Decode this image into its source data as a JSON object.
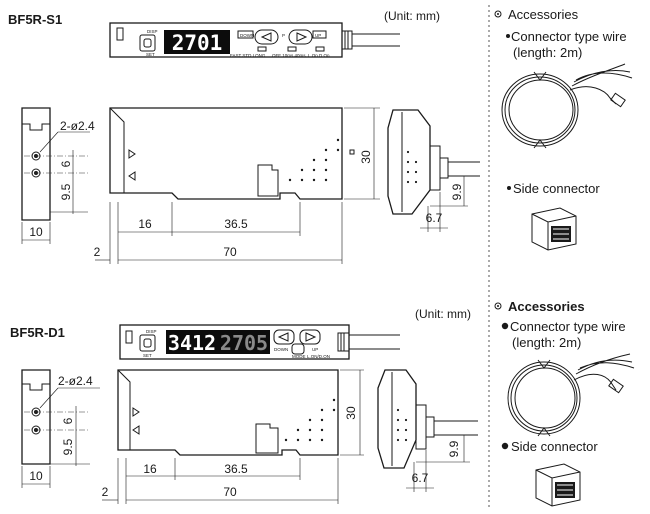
{
  "unit_label": "(Unit: mm)",
  "accessories_title": "Accessories",
  "accessory_connector_wire": "Connector type wire",
  "accessory_wire_length": "(length: 2m)",
  "accessory_side_connector": "Side connector",
  "models": [
    {
      "name": "BF5R-S1",
      "display_main": "2701",
      "display_sub": "",
      "label_disp": "DISP",
      "label_set": "SET",
      "label_down": "DOWN",
      "label_up": "UP",
      "label_p": "P",
      "switch_labels": "FAST STD LONG",
      "switch_labels_2": "OFF 10ms 40ms",
      "switch_labels_3": "L.On D.On"
    },
    {
      "name": "BF5R-D1",
      "display_main": "3412",
      "display_sub": "2705",
      "label_disp": "DISP",
      "label_set": "SET",
      "label_down": "DOWN",
      "label_up": "UP",
      "label_mode": "MODE",
      "label_lon": "L.ON/D.ON"
    }
  ],
  "dimensions": {
    "hole_dia": "2-ø2.4",
    "hole_pitch": "6",
    "hole_offset": "9.5",
    "width": "10",
    "overhang": "2",
    "seg_a": "16",
    "seg_b": "36.5",
    "length": "70",
    "height": "30",
    "cable_h": "9.9",
    "cable_w": "6.7"
  },
  "colors": {
    "line": "#1a1a1a",
    "divider": "#555555"
  }
}
